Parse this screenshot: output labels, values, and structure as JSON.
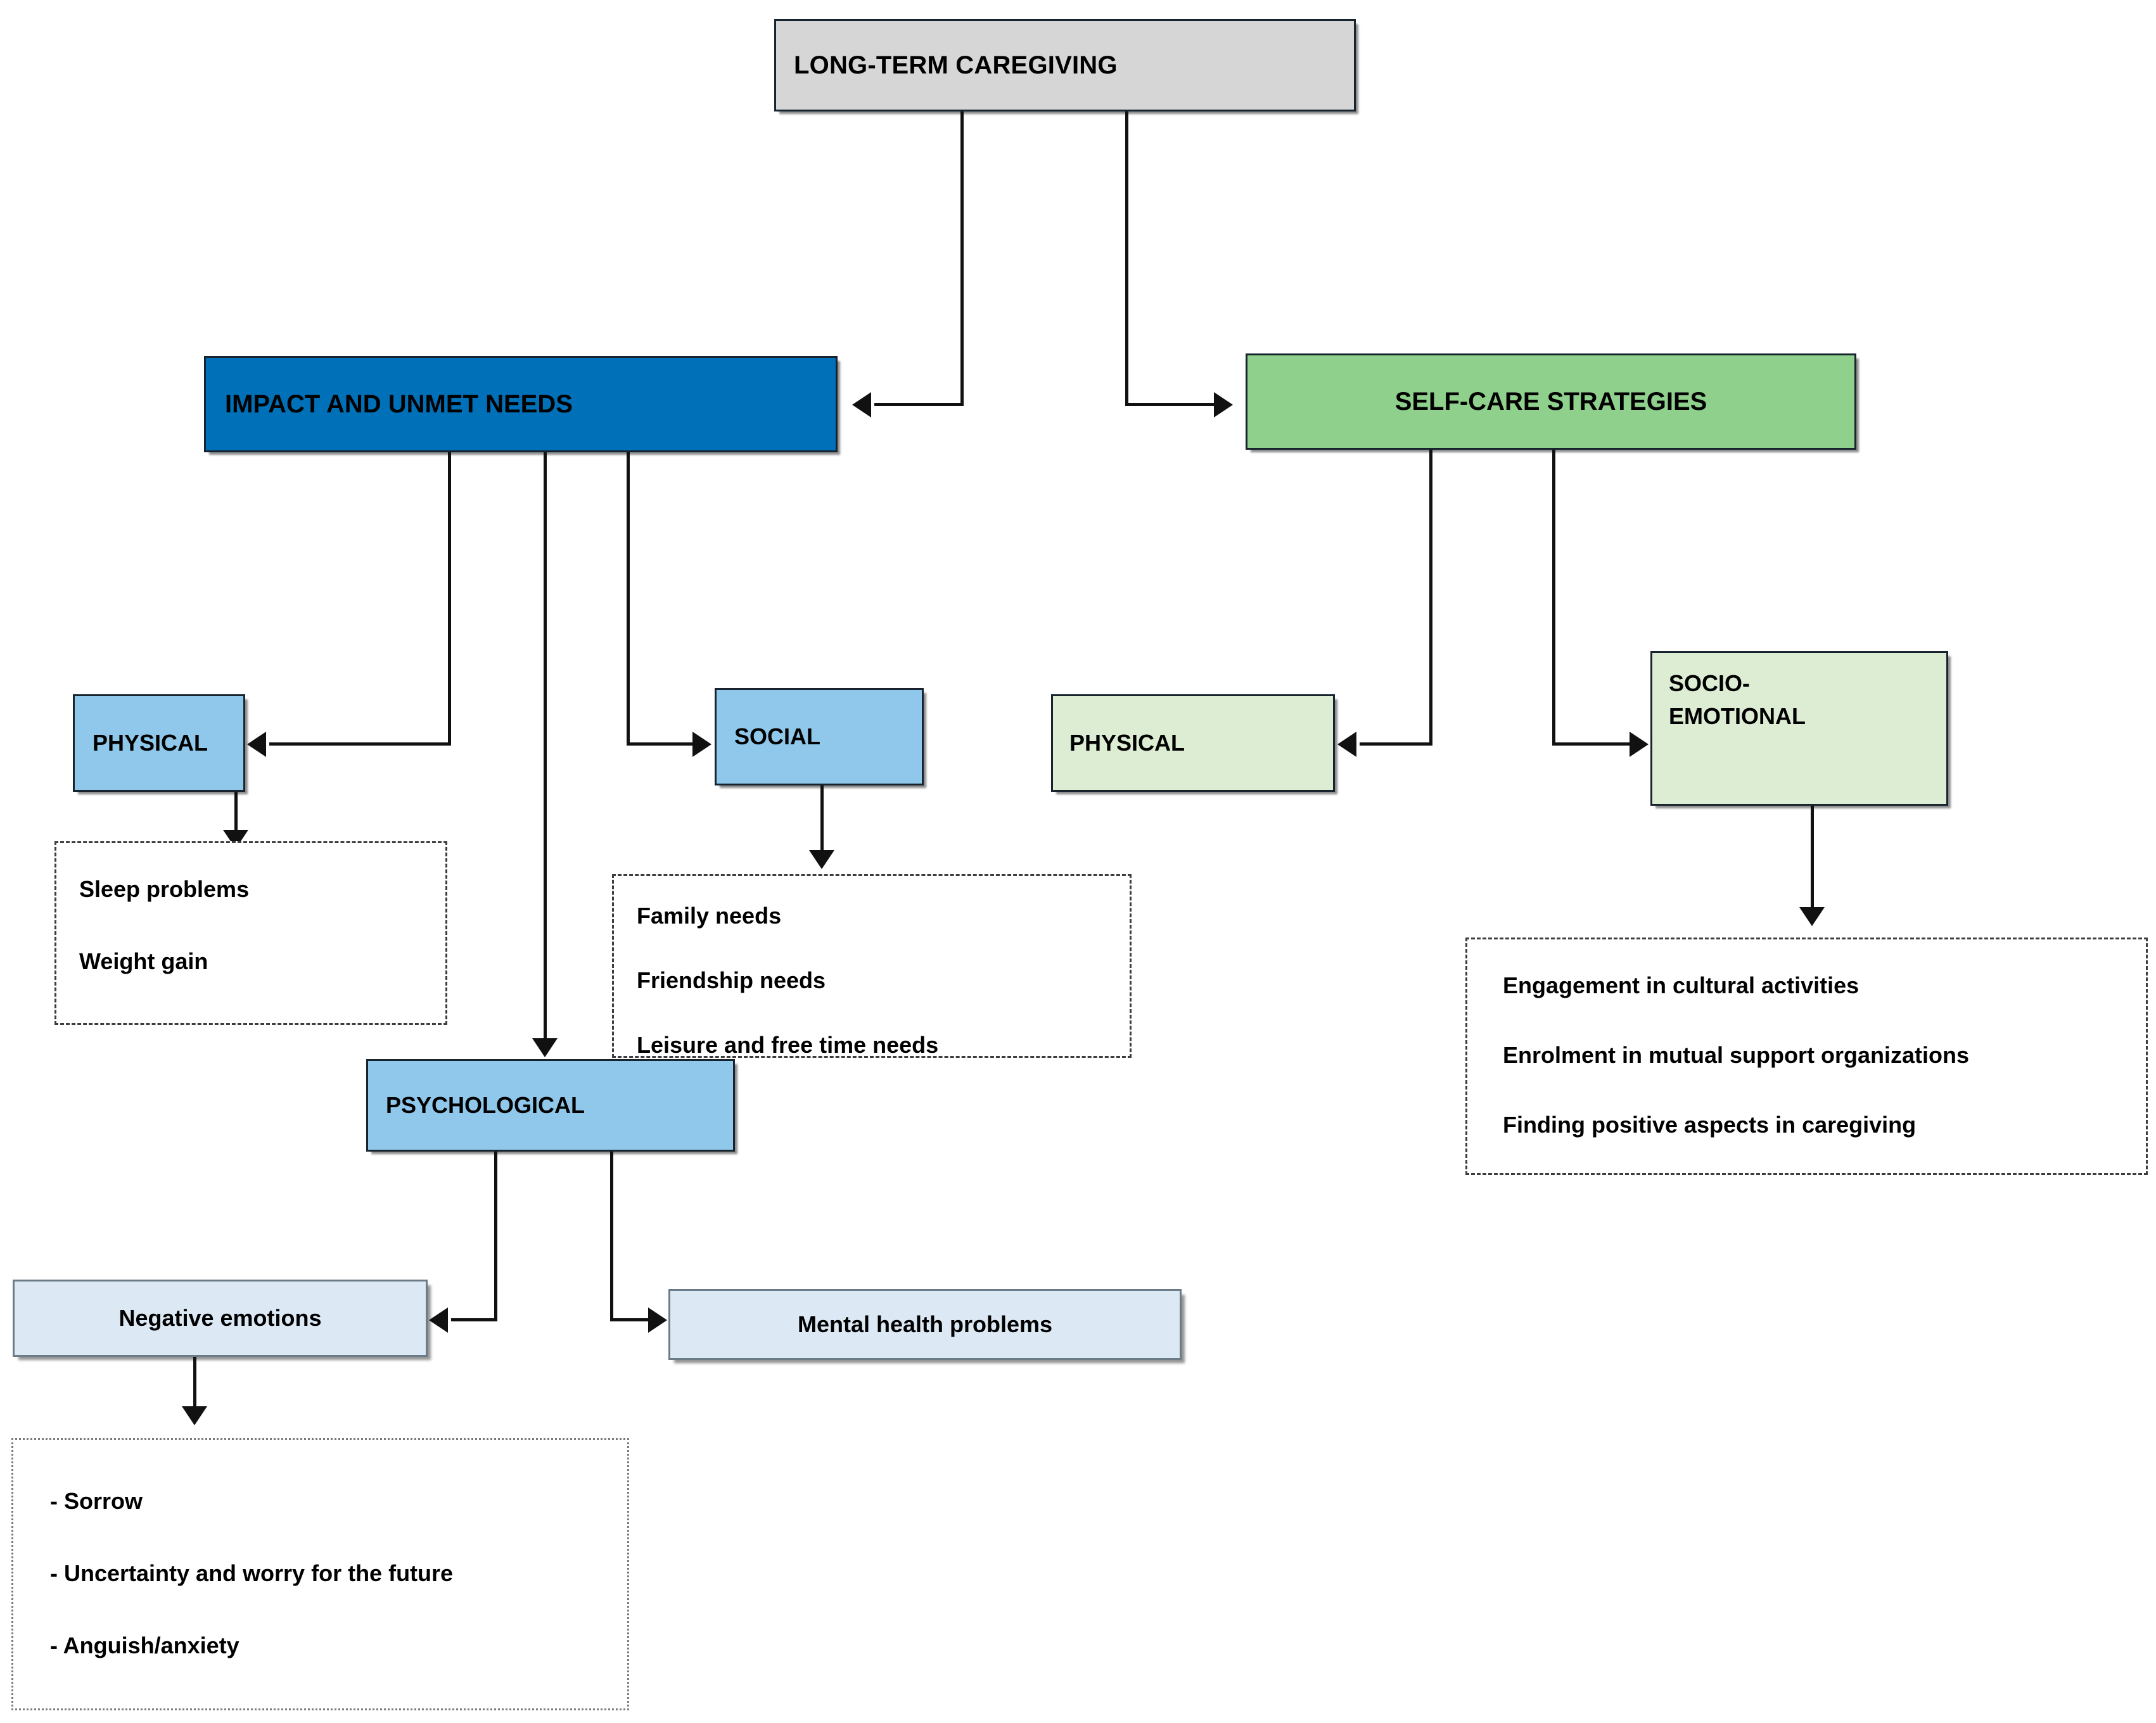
{
  "diagram": {
    "title": "Long-term caregiving impact and self-care strategies flowchart",
    "root": {
      "label": "LONG-TERM CAREGIVING",
      "color": "#d6d6d6"
    },
    "branches": [
      {
        "key": "impact",
        "label": "IMPACT AND UNMET NEEDS",
        "color": "#0070b8"
      },
      {
        "key": "selfcare",
        "label": "SELF-CARE STRATEGIES",
        "color": "#8ed08c"
      }
    ],
    "impact": {
      "physical": {
        "label": "PHYSICAL",
        "color": "#8fc8ea",
        "items": [
          "Sleep problems",
          "Weight gain"
        ]
      },
      "social": {
        "label": "SOCIAL",
        "color": "#8fc8ea",
        "items": [
          "Family needs",
          "Friendship needs",
          "Leisure and free time needs"
        ]
      },
      "psychological": {
        "label": "PSYCHOLOGICAL",
        "color": "#8fc8ea",
        "children": [
          {
            "label": "Negative emotions",
            "color": "#dce9f5"
          },
          {
            "label": "Mental health problems",
            "color": "#dce9f5"
          }
        ],
        "negative_emotion_items": [
          "- Sorrow",
          "- Uncertainty and worry for the future",
          "- Anguish/anxiety"
        ]
      }
    },
    "selfcare": {
      "physical": {
        "label": "PHYSICAL",
        "color": "#dcedd4"
      },
      "socio_emotional": {
        "label_line1": "SOCIO-",
        "label_line2": "EMOTIONAL",
        "color": "#dcedd4",
        "items": [
          "Engagement in cultural activities",
          "Enrolment in mutual support organizations",
          "Finding positive aspects in caregiving"
        ]
      }
    }
  }
}
